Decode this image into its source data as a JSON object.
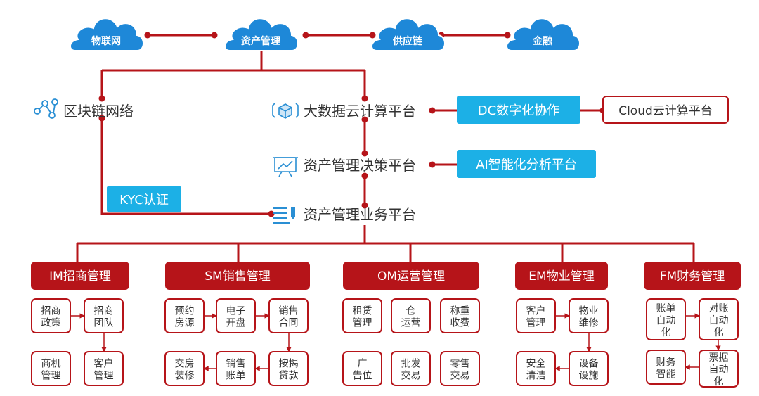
{
  "colors": {
    "red": "#B61419",
    "cloud_blue": "#1E88D8",
    "cyan": "#1CB0E6",
    "icon_blue": "#2A8FD4"
  },
  "clouds": [
    "物联网",
    "资产管理",
    "供应链",
    "金融"
  ],
  "platforms": {
    "blockchain": "区块链网络",
    "bigdata": "大数据云计算平台",
    "dc": "DC数字化协作",
    "cloud": "Cloud云计算平台",
    "decision": "资产管理决策平台",
    "ai": "AI智能化分析平台",
    "kyc": "KYC认证",
    "business": "资产管理业务平台"
  },
  "modules": [
    {
      "title": "IM招商管理",
      "items": [
        "招商政策",
        "招商团队",
        "商机管理",
        "客户管理"
      ]
    },
    {
      "title": "SM销售管理",
      "items": [
        "预约房源",
        "电子开盘",
        "销售合同",
        "交房装修",
        "销售账单",
        "按揭贷款"
      ]
    },
    {
      "title": "OM运营管理",
      "items": [
        "租赁管理",
        "仓运营",
        "称重收费",
        "广告位",
        "批发交易",
        "零售交易"
      ]
    },
    {
      "title": "EM物业管理",
      "items": [
        "客户管理",
        "物业维修",
        "安全清洁",
        "设备设施"
      ]
    },
    {
      "title": "FM财务管理",
      "items": [
        "账单自动化",
        "对账自动化",
        "财务智能",
        "票据自动化"
      ]
    }
  ]
}
